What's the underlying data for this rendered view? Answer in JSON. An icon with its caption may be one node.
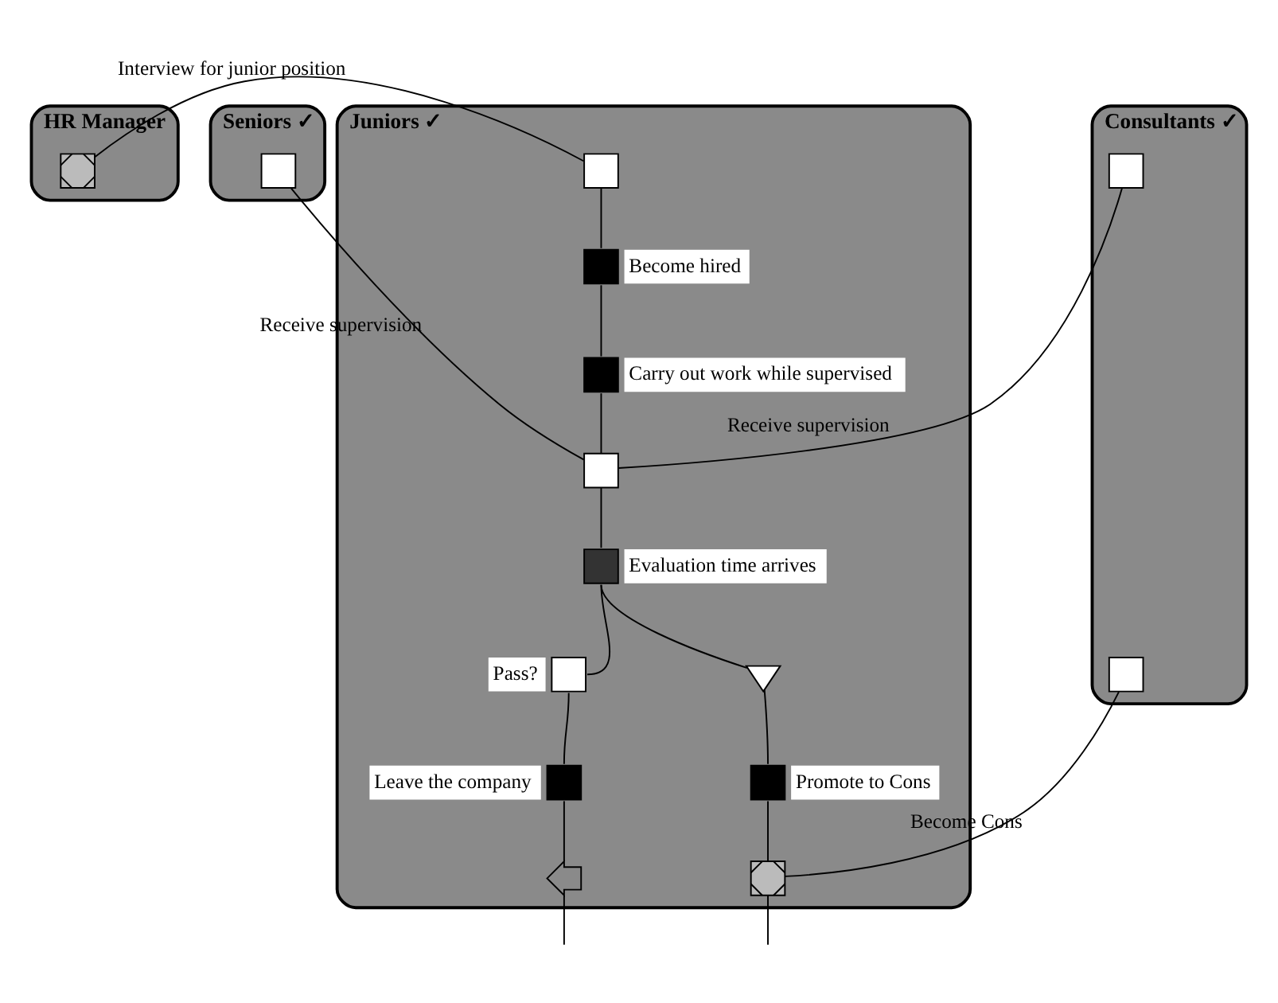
{
  "diagram": {
    "nodes": [
      {
        "text": [
          "HR Manager"
        ]
      },
      {
        "text": [],
        "shape": "box",
        "in": 0
      },
      {
        "text": [
          "Juniors ✓"
        ]
      },
      {
        "text": [],
        "shape": "box",
        "in": 2
      },
      {
        "text": [
          "Become hired"
        ],
        "in": 2
      },
      {
        "text": [
          "Carry out work while supervised"
        ],
        "in": 2
      },
      {
        "text": [],
        "shape": "box",
        "in": 2
      },
      {
        "text": [
          "Evaluation time arrives"
        ],
        "in": 2
      },
      {
        "text": [
          "Pass?"
        ],
        "in": 2
      },
      {
        "text": [],
        "shape": "triangle",
        "in": 2
      },
      {
        "text": [
          "Leave the company"
        ],
        "in": 2
      },
      {
        "text": [
          "Promote to Cons"
        ],
        "in": 2
      },
      {
        "text": [],
        "shape": "zigzag",
        "in": 2
      },
      {
        "text": [],
        "shape": "box",
        "in": 2
      },
      {
        "text": [
          "Seniors ✓"
        ]
      },
      {
        "text": [],
        "shape": "box",
        "in": 14
      },
      {
        "text": [
          "Consultants ✓"
        ]
      },
      {
        "text": [],
        "shape": "box",
        "in": 16
      },
      {
        "text": [],
        "shape": "box",
        "in": 16
      }
    ],
    "edges": [
      {
        "from": 1,
        "to": 3,
        "arrow": "none",
        "label": "Interview for junior position"
      },
      {
        "from": 3,
        "to": 4,
        "arrow": "none"
      },
      {
        "from": 4,
        "to": 5,
        "arrow": "none"
      },
      {
        "from": 5,
        "to": 6,
        "arrow": "none"
      },
      {
        "from": 15,
        "to": 6,
        "arrow": "none",
        "label": "Receive supervision"
      },
      {
        "from": 6,
        "to": 17,
        "arrow": "none",
        "label": "Receive supervision"
      },
      {
        "from": 6,
        "to": 7,
        "arrow": "none"
      },
      {
        "from": 7,
        "to": 8,
        "arrow": "none"
      },
      {
        "from": 7,
        "to": 9,
        "arrow": "none"
      },
      {
        "from": 8,
        "to": 10,
        "arrow": "none"
      },
      {
        "from": 9,
        "to": 11,
        "arrow": "none"
      },
      {
        "from": 10,
        "to": 12,
        "arrow": "none"
      },
      {
        "from": 11,
        "to": 13,
        "arrow": "none"
      },
      {
        "from": 13,
        "to": 18,
        "arrow": "none",
        "label": "Become Cons"
      },
      {
        "from": 12,
        "to": null,
        "arrow": "none"
      },
      {
        "from": 13,
        "to": null,
        "arrow": "none"
      }
    ]
  }
}
